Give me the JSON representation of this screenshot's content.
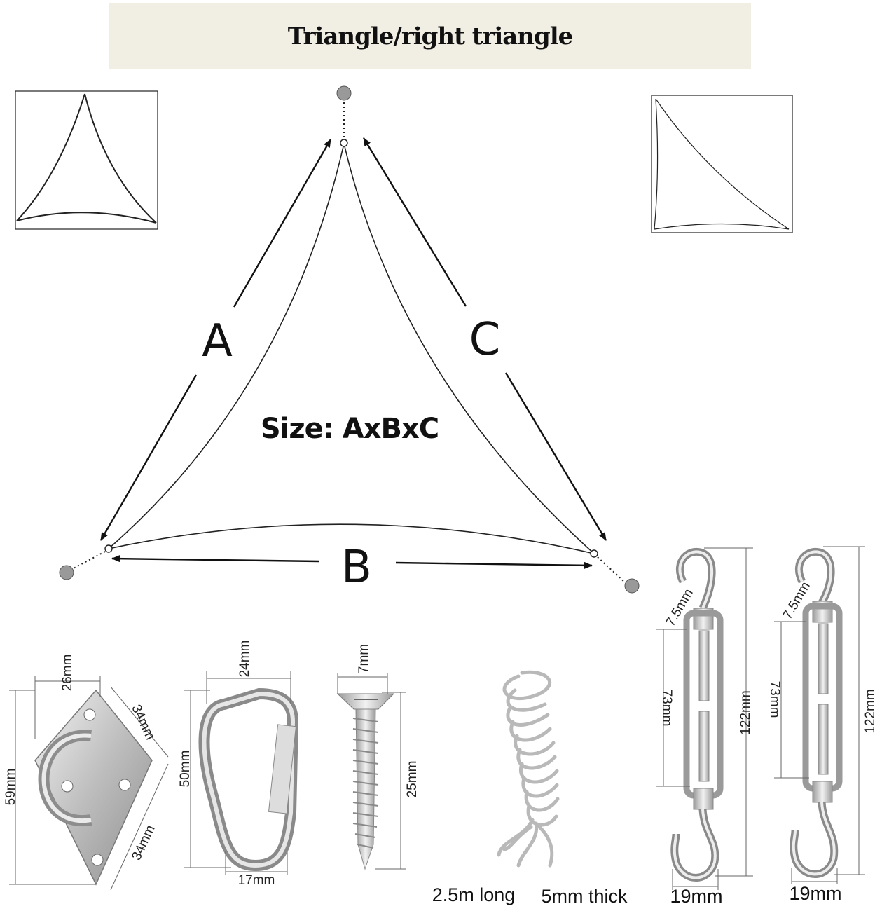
{
  "title": "Triangle/right triangle",
  "size_label": "Size: AxBxC",
  "side_labels": {
    "a": "A",
    "b": "B",
    "c": "C"
  },
  "hardware": {
    "pad_eye": {
      "w": "26mm",
      "h": "59mm",
      "edge1": "34mm",
      "edge2": "34mm"
    },
    "carabiner": {
      "w": "24mm",
      "h": "50mm",
      "bottom": "17mm"
    },
    "screw": {
      "head": "7mm",
      "len": "25mm"
    },
    "rope": {
      "length": "2.5m long",
      "thickness": "5mm thick"
    },
    "turnbuckle1": {
      "hook": "7.5mm",
      "body": "73mm",
      "total": "122mm",
      "width": "19mm"
    },
    "turnbuckle2": {
      "hook": "7.5mm",
      "body": "73mm",
      "total": "122mm",
      "width": "19mm"
    }
  }
}
